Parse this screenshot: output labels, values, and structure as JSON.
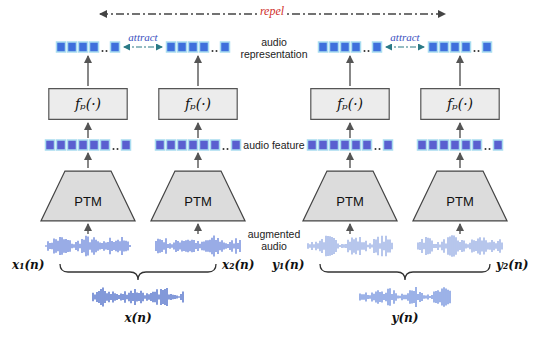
{
  "diagram": {
    "nodes": [
      {
        "text": [
          "fₚ(·)"
        ]
      },
      {
        "text": [
          "fₚ(·)"
        ]
      },
      {
        "text": [
          "fₚ(·)"
        ]
      },
      {
        "text": [
          "fₚ(·)"
        ]
      },
      {
        "text": [
          "PTM"
        ]
      },
      {
        "text": [
          "PTM"
        ]
      },
      {
        "text": [
          "PTM"
        ]
      },
      {
        "text": [
          "PTM"
        ]
      }
    ],
    "labels": [
      "repel",
      "attract",
      "attract",
      "audio representation",
      "audio feature",
      "augmented audio",
      "x₁(n)",
      "x₂(n)",
      "x(n)",
      "y₁(n)",
      "y₂(n)",
      "y(n)"
    ]
  }
}
